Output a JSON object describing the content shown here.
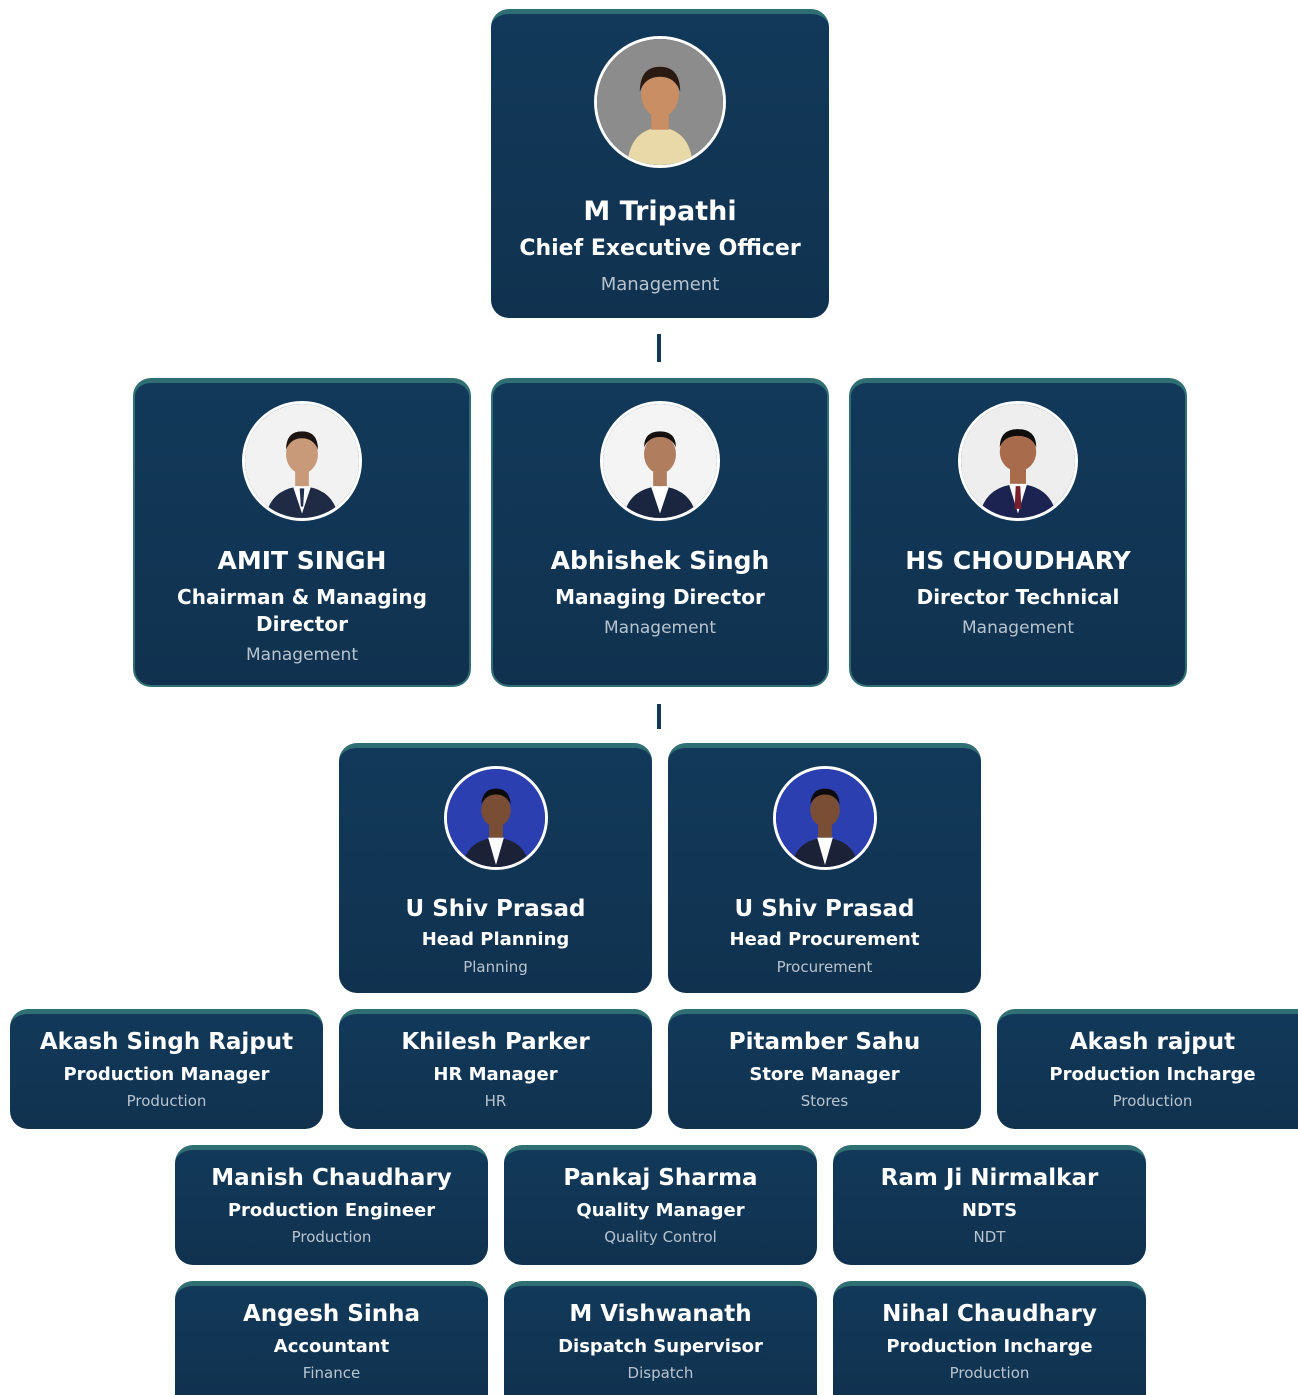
{
  "ceo": {
    "name": "M Tripathi",
    "role": "Chief Executive Officer",
    "dept": "Management"
  },
  "directors": [
    {
      "name": "AMIT SINGH",
      "role_line1": "Chairman & Managing",
      "role_line2": "Director",
      "dept": "Management"
    },
    {
      "name": "Abhishek Singh",
      "role": "Managing Director",
      "dept": "Management"
    },
    {
      "name": "HS CHOUDHARY",
      "role": "Director Technical",
      "dept": "Management"
    }
  ],
  "heads": [
    {
      "name": "U Shiv Prasad",
      "role": "Head Planning",
      "dept": "Planning"
    },
    {
      "name": "U Shiv Prasad",
      "role": "Head Procurement",
      "dept": "Procurement"
    }
  ],
  "staff_row1": [
    {
      "name": "Akash Singh Rajput",
      "role": "Production Manager",
      "dept": "Production"
    },
    {
      "name": "Khilesh Parker",
      "role": "HR Manager",
      "dept": "HR"
    },
    {
      "name": "Pitamber Sahu",
      "role": "Store Manager",
      "dept": "Stores"
    },
    {
      "name": "Akash rajput",
      "role": "Production Incharge",
      "dept": "Production"
    }
  ],
  "staff_row2": [
    {
      "name": "Manish Chaudhary",
      "role": "Production Engineer",
      "dept": "Production"
    },
    {
      "name": "Pankaj Sharma",
      "role": "Quality Manager",
      "dept": "Quality Control"
    },
    {
      "name": "Ram Ji Nirmalkar",
      "role": "NDTS",
      "dept": "NDT"
    }
  ],
  "staff_row3": [
    {
      "name": "Angesh Sinha",
      "role": "Accountant",
      "dept": "Finance"
    },
    {
      "name": "M Vishwanath",
      "role": "Dispatch Supervisor",
      "dept": "Dispatch"
    },
    {
      "name": "Nihal Chaudhary",
      "role": "Production Incharge",
      "dept": "Production"
    }
  ],
  "colors": {
    "card": "#12395a",
    "accent": "#2f6f73",
    "dept_text": "#b7c4d0"
  }
}
